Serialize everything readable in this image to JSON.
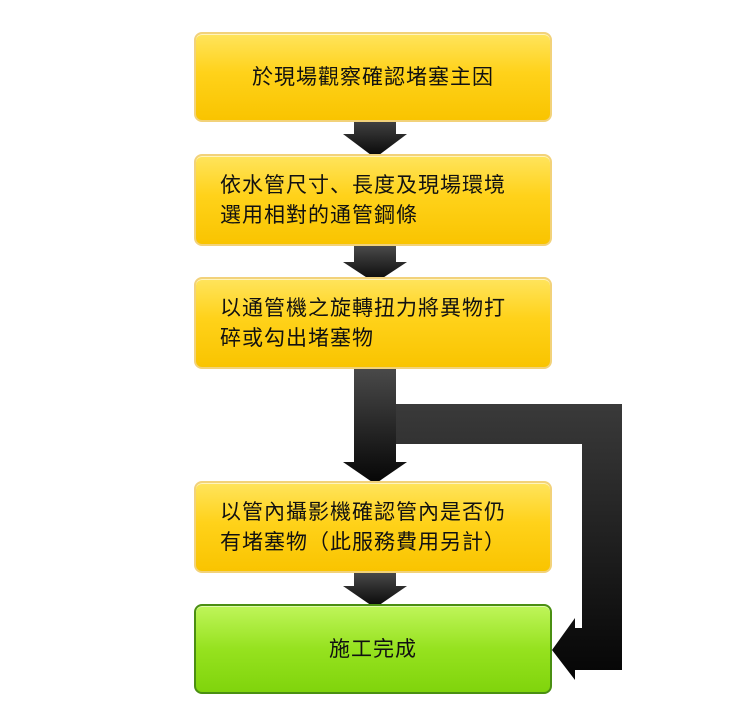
{
  "flowchart": {
    "steps": [
      {
        "id": "s1",
        "text": "於現場觀察確認堵塞主因",
        "color": "#ffd21a"
      },
      {
        "id": "s2",
        "lines": [
          "依水管尺寸、長度及現場環境",
          "選用相對的通管鋼條"
        ],
        "color": "#ffd21a"
      },
      {
        "id": "s3",
        "lines": [
          "以通管機之旋轉扭力將異物打",
          "碎或勾出堵塞物"
        ],
        "color": "#ffd21a"
      },
      {
        "id": "s4",
        "lines": [
          "以管內攝影機確認管內是否仍",
          "有堵塞物（此服務費用另計）"
        ],
        "color": "#ffd21a"
      },
      {
        "id": "s5",
        "text": "施工完成",
        "color": "#8fdd1a"
      }
    ],
    "arrow_color": "#111111"
  }
}
